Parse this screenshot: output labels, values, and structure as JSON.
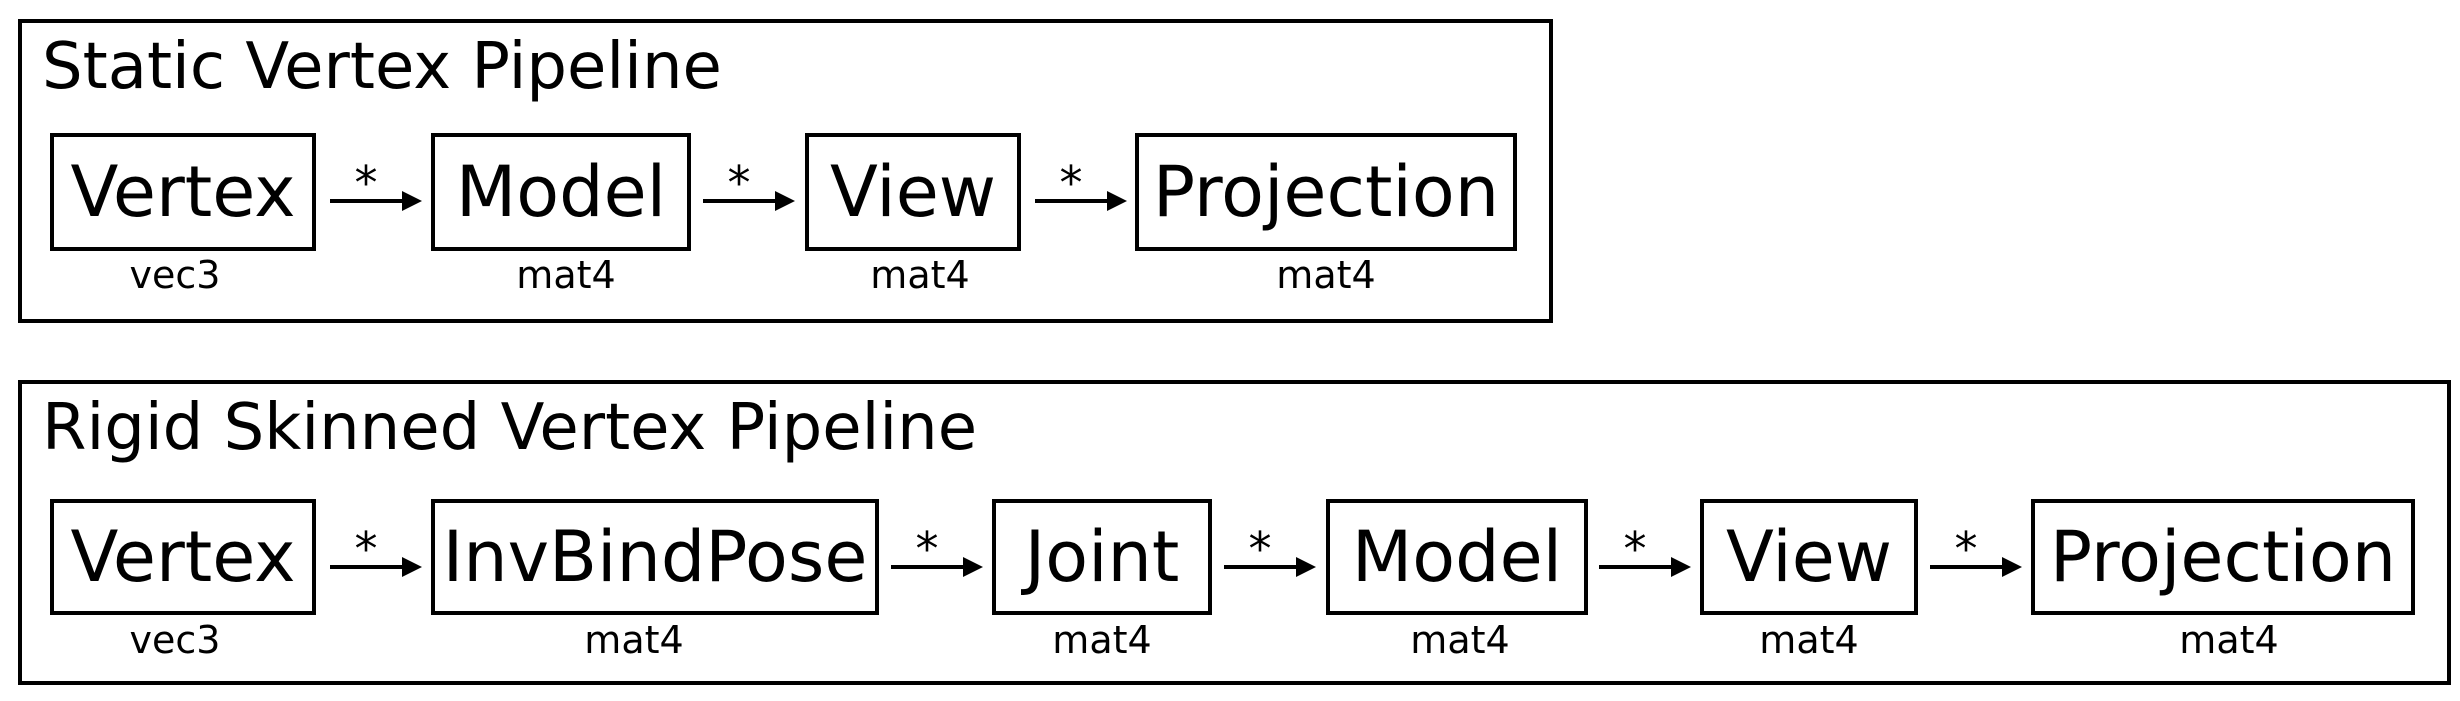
{
  "static_pipeline": {
    "title": "Static Vertex Pipeline",
    "operator": "*",
    "nodes": [
      {
        "label": "Vertex",
        "type": "vec3"
      },
      {
        "label": "Model",
        "type": "mat4"
      },
      {
        "label": "View",
        "type": "mat4"
      },
      {
        "label": "Projection",
        "type": "mat4"
      }
    ]
  },
  "skinned_pipeline": {
    "title": "Rigid Skinned Vertex Pipeline",
    "operator": "*",
    "nodes": [
      {
        "label": "Vertex",
        "type": "vec3"
      },
      {
        "label": "InvBindPose",
        "type": "mat4"
      },
      {
        "label": "Joint",
        "type": "mat4"
      },
      {
        "label": "Model",
        "type": "mat4"
      },
      {
        "label": "View",
        "type": "mat4"
      },
      {
        "label": "Projection",
        "type": "mat4"
      }
    ]
  }
}
